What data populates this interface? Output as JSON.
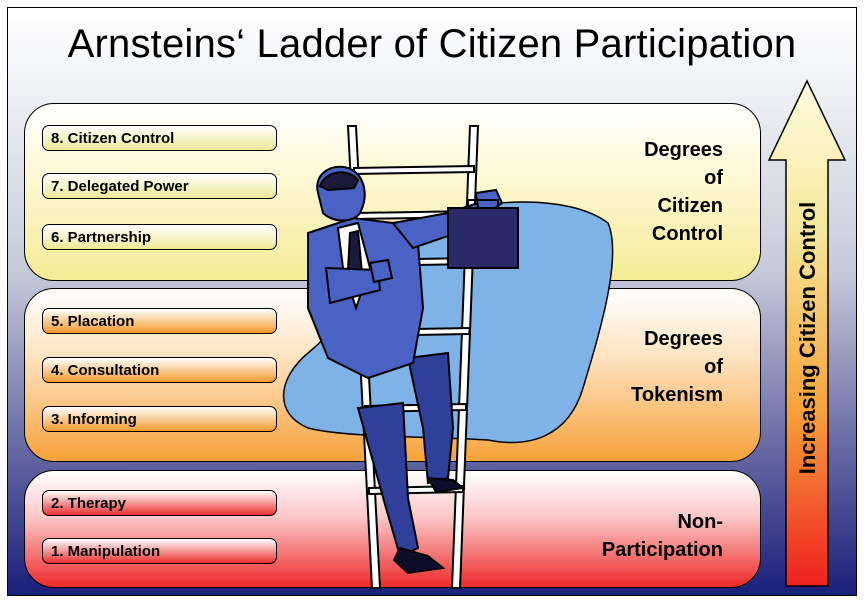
{
  "title": "Arnsteins‘ Ladder of Citizen Participation",
  "rungs": [
    {
      "label": "8. Citizen Control"
    },
    {
      "label": "7. Delegated Power"
    },
    {
      "label": "6. Partnership"
    },
    {
      "label": "5. Placation"
    },
    {
      "label": "4. Consultation"
    },
    {
      "label": "3. Informing"
    },
    {
      "label": "2. Therapy"
    },
    {
      "label": "1. Manipulation"
    }
  ],
  "groups": {
    "control": {
      "line1": "Degrees",
      "line2": "of",
      "line3": "Citizen",
      "line4": "Control"
    },
    "tokenism": {
      "line1": "Degrees",
      "line2": "of",
      "line3": "Tokenism"
    },
    "nonparticipation": {
      "line1": "Non-",
      "line2": "Participation"
    }
  },
  "arrow": {
    "label": "Increasing Citizen Control"
  },
  "colors": {
    "control_band": "#f4eb96",
    "tokenism_band": "#f7a23a",
    "nonparticipation_band": "#ee2a2a",
    "backdrop_blob": "#7fb2e6"
  }
}
